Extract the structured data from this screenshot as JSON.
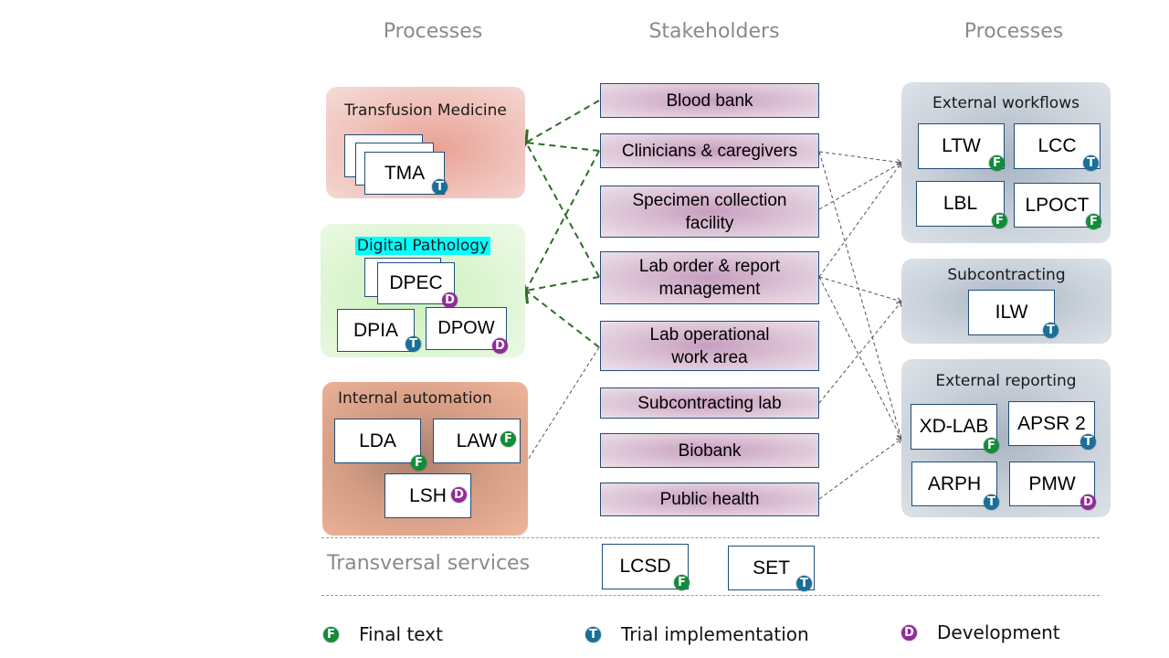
{
  "headers": {
    "left": "Processes",
    "middle": "Stakeholders",
    "right": "Processes"
  },
  "left_groups": [
    {
      "title": "Transfusion Medicine",
      "color": "#f2c7c0",
      "items": [
        {
          "label": "TMA",
          "status": "T"
        }
      ]
    },
    {
      "title": "Digital Pathology",
      "title_highlight": "#00ffff",
      "color": "#dff5d6",
      "items": [
        {
          "label": "DPEC",
          "status": "D"
        },
        {
          "label": "DPIA",
          "status": "T"
        },
        {
          "label": "DPOW",
          "status": "D"
        }
      ]
    },
    {
      "title": "Internal automation",
      "color": "#e9a98c",
      "items": [
        {
          "label": "LDA",
          "status": "F"
        },
        {
          "label": "LAW",
          "status": "F"
        },
        {
          "label": "LSH",
          "status": "D"
        }
      ]
    }
  ],
  "stakeholders": [
    "Blood bank",
    "Clinicians & caregivers",
    "Specimen collection facility",
    "Lab order & report management",
    "Lab operational work area",
    "Subcontracting lab",
    "Biobank",
    "Public health"
  ],
  "right_groups": [
    {
      "title": "External workflows",
      "items": [
        {
          "label": "LTW",
          "status": "F"
        },
        {
          "label": "LCC",
          "status": "T"
        },
        {
          "label": "LBL",
          "status": "F"
        },
        {
          "label": "LPOCT",
          "status": "F"
        }
      ]
    },
    {
      "title": "Subcontracting",
      "items": [
        {
          "label": "ILW",
          "status": "T"
        }
      ]
    },
    {
      "title": "External reporting",
      "items": [
        {
          "label": "XD-LAB",
          "status": "F"
        },
        {
          "label": "APSR 2",
          "status": "T"
        },
        {
          "label": "ARPH",
          "status": "T"
        },
        {
          "label": "PMW",
          "status": "D"
        }
      ]
    }
  ],
  "transversal": {
    "title": "Transversal services",
    "items": [
      {
        "label": "LCSD",
        "status": "F"
      },
      {
        "label": "SET",
        "status": "T"
      }
    ]
  },
  "legend": [
    {
      "status": "F",
      "label": "Final text"
    },
    {
      "status": "T",
      "label": "Trial implementation"
    },
    {
      "status": "D",
      "label": "Development"
    }
  ],
  "status_colors": {
    "F": "#138c3a",
    "T": "#1a6f99",
    "D": "#922a9c"
  },
  "connection_colors": {
    "left": "#2e6b2a",
    "right": "#555555"
  }
}
